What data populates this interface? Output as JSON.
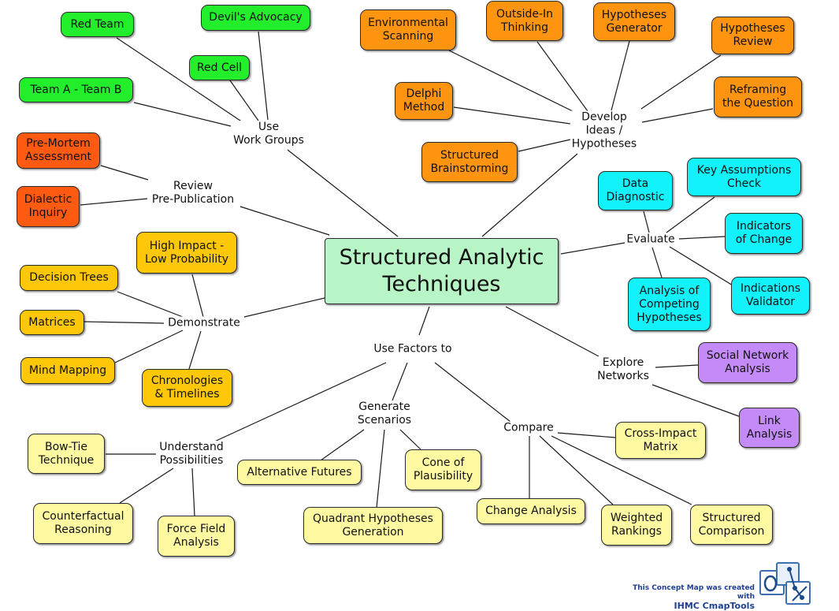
{
  "center": {
    "title": "Structured Analytic\nTechniques"
  },
  "links": {
    "use_work_groups": "Use\nWork Groups",
    "review": "Review\nPre-Publication",
    "develop": "Develop\nIdeas /\nHypotheses",
    "evaluate": "Evaluate",
    "demonstrate": "Demonstrate",
    "use_factors": "Use Factors to",
    "explore": "Explore\nNetworks",
    "generate": "Generate\nScenarios",
    "compare": "Compare",
    "understand": "Understand\nPossibilities"
  },
  "nodes": {
    "red_team": "Red Team",
    "devils_advocacy": "Devil's Advocacy",
    "red_cell": "Red Cell",
    "team_a_b": "Team A - Team B",
    "pre_mortem": "Pre-Mortem\nAssessment",
    "dialectic": "Dialectic\nInquiry",
    "environmental": "Environmental\nScanning",
    "outside_in": "Outside-In\nThinking",
    "hyp_generator": "Hypotheses\nGenerator",
    "hyp_review": "Hypotheses\nReview",
    "delphi": "Delphi\nMethod",
    "reframing": "Reframing\nthe Question",
    "structured_brainstorming": "Structured\nBrainstorming",
    "data_diagnostic": "Data\nDiagnostic",
    "key_assumptions": "Key Assumptions\nCheck",
    "indicators_change": "Indicators\nof Change",
    "indications_validator": "Indications\nValidator",
    "ach": "Analysis of\nCompeting\nHypotheses",
    "high_impact": "High Impact -\nLow Probability",
    "decision_trees": "Decision Trees",
    "matrices": "Matrices",
    "mind_mapping": "Mind Mapping",
    "chronologies": "Chronologies\n& Timelines",
    "social_network": "Social Network\nAnalysis",
    "link_analysis": "Link\nAnalysis",
    "bow_tie": "Bow-Tie\nTechnique",
    "counterfactual": "Counterfactual\nReasoning",
    "force_field": "Force Field\nAnalysis",
    "alternative_futures": "Alternative Futures",
    "quadrant": "Quadrant Hypotheses\nGeneration",
    "cone": "Cone of\nPlausibility",
    "change_analysis": "Change Analysis",
    "cross_impact": "Cross-Impact\nMatrix",
    "weighted": "Weighted\nRankings",
    "structured_comparison": "Structured\nComparison"
  },
  "colors": {
    "green": "#22ee2c",
    "orange": "#ff9411",
    "red_orange": "#fe5a12",
    "cyan": "#11f2fb",
    "yellow": "#fec708",
    "light_yellow": "#fffaa1",
    "purple": "#c48af7",
    "center": "#b8f5c6"
  },
  "footer": {
    "line1": "This Concept Map was created with",
    "line2": "IHMC CmapTools"
  },
  "icons": {
    "logo": "cmaptools-logo-icon"
  }
}
